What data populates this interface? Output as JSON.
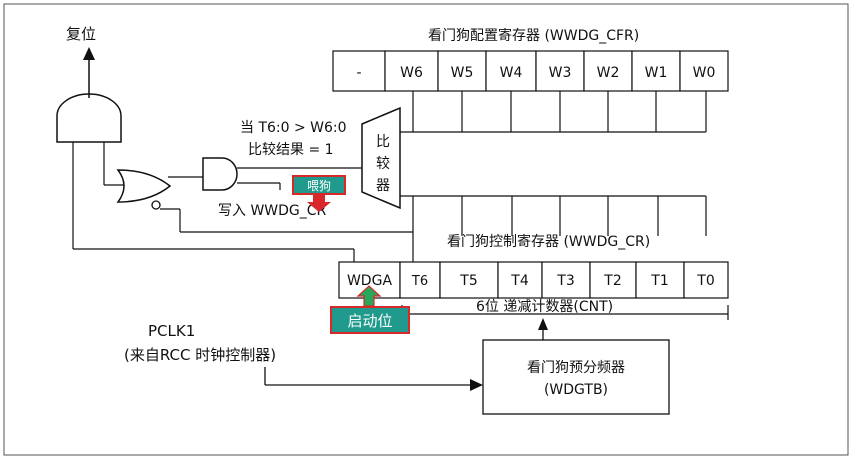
{
  "labels": {
    "reset": "复位",
    "cfr_title": "看门狗配置寄存器 (WWDG_CFR)",
    "cr_title": "看门狗控制寄存器 (WWDG_CR)",
    "compare_condition_1": "当 T6:0 > W6:0",
    "compare_condition_2": "比较结果 = 1",
    "comparator_1": "比",
    "comparator_2": "较",
    "comparator_3": "器",
    "write_cr": "写入 WWDG_CR",
    "counter_desc": "6位 递减计数器(CNT)",
    "pclk": "PCLK1",
    "pclk_source": "(来自RCC 时钟控制器)",
    "prescaler_1": "看门狗预分频器",
    "prescaler_2": "(WDGTB)"
  },
  "cfr_bits": [
    "-",
    "W6",
    "W5",
    "W4",
    "W3",
    "W2",
    "W1",
    "W0"
  ],
  "cr_bits": [
    "WDGA",
    "T6",
    "T5",
    "T4",
    "T3",
    "T2",
    "T1",
    "T0"
  ],
  "annotations": {
    "feed_dog": "喂狗",
    "enable_bit": "启动位"
  },
  "colors": {
    "annotation_fill": "#1f9a8c",
    "annotation_border": "#d8282a",
    "arrow_red": "#d8282a",
    "arrow_green": "#27a85a",
    "line": "#111111"
  }
}
